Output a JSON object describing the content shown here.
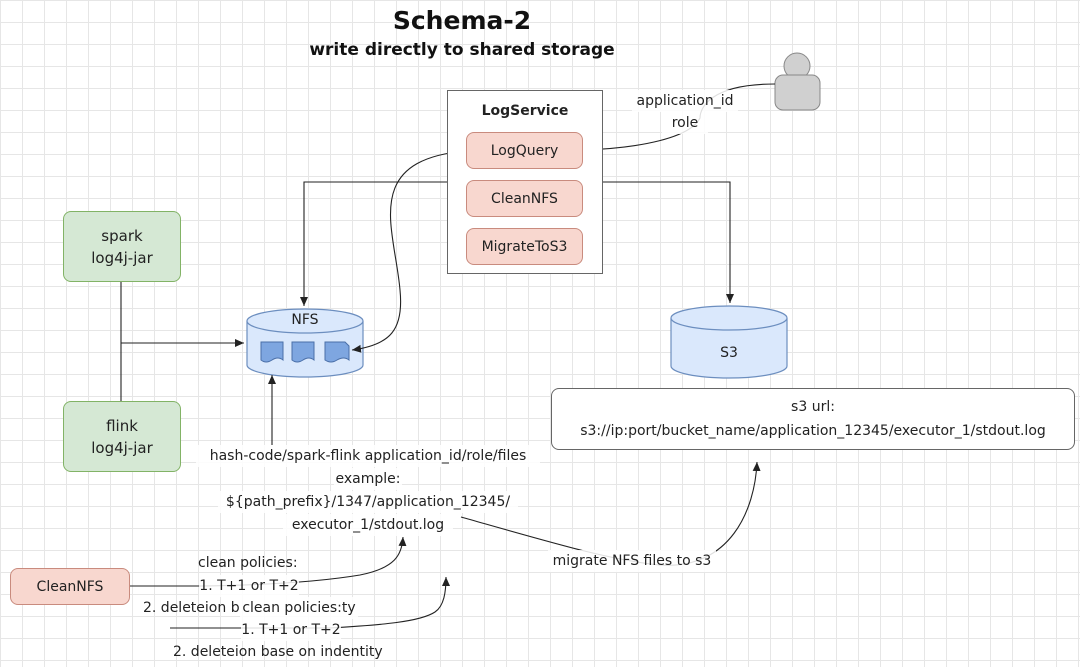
{
  "title": "Schema-2",
  "subtitle": "write directly to shared storage",
  "log_service": {
    "title": "LogService",
    "items": [
      "LogQuery",
      "CleanNFS",
      "MigrateToS3"
    ]
  },
  "user_labels": {
    "line1": "application_id",
    "line2": "role"
  },
  "spark": {
    "line1": "spark",
    "line2": "log4j-jar"
  },
  "flink": {
    "line1": "flink",
    "line2": "log4j-jar"
  },
  "nfs_label": "NFS",
  "s3_label": "S3",
  "s3_url": {
    "line1": "s3 url:",
    "line2": "s3://ip:port/bucket_name/application_12345/executor_1/stdout.log"
  },
  "path_text": {
    "line1": "hash-code/spark-flink application_id/role/files",
    "line2": "example:",
    "line3": "${path_prefix}/1347/application_12345/",
    "line4": "executor_1/stdout.log"
  },
  "migrate_label": "migrate NFS files to s3",
  "clean_nfs_box": "CleanNFS",
  "policy_a": {
    "line1": "clean policies:",
    "line2": "1. T+1 or T+2",
    "line3": "2. deleteion b"
  },
  "policy_b": {
    "line1": "clean policies:ty",
    "line2": "1. T+1 or T+2",
    "line3": "2. deleteion base on indentity"
  },
  "colors": {
    "green_fill": "#d5e8d4",
    "red_fill": "#f8d7cf",
    "cylinder_fill": "#dae8fc",
    "cylinder_stroke": "#6c8ebf",
    "file_fill": "#7ea6e0",
    "user_fill": "#d0d0d0"
  }
}
